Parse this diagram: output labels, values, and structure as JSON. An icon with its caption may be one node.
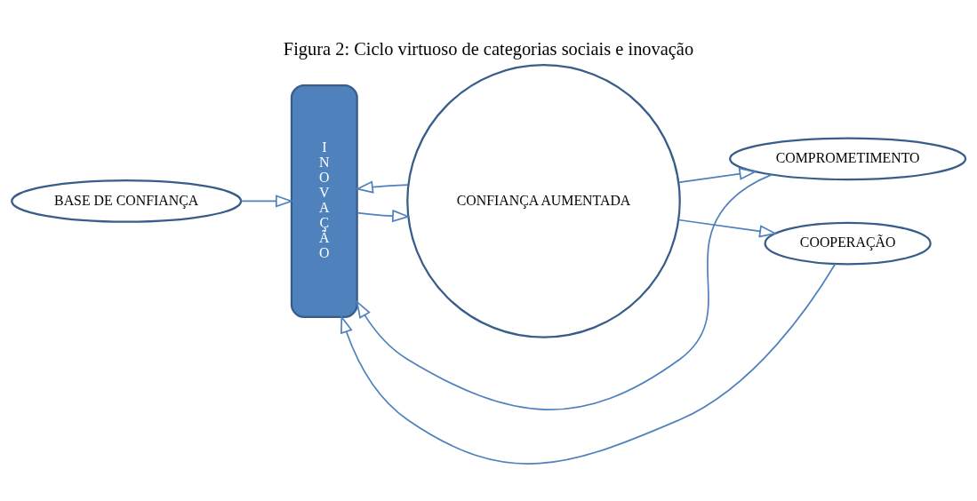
{
  "diagram": {
    "title": "Figura 2: Ciclo virtuoso de categorias sociais e inovação",
    "nodes": [
      {
        "text": [
          "BASE DE CONFIANÇA"
        ]
      },
      {
        "text": [
          "INOVAÇÃO"
        ]
      },
      {
        "text": [
          "CONFIANÇA AUMENTADA"
        ]
      },
      {
        "text": [
          "COMPROMETIMENTO"
        ]
      },
      {
        "text": [
          "COOPERAÇÃO"
        ]
      }
    ],
    "edges": [
      {
        "from": 0,
        "to": 1,
        "arrow": "to"
      },
      {
        "from": 1,
        "to": 2,
        "arrow": "to"
      },
      {
        "from": 2,
        "to": 3,
        "arrow": "to"
      },
      {
        "from": 2,
        "to": 4,
        "arrow": "to"
      },
      {
        "from": 3,
        "to": 1,
        "arrow": "to"
      },
      {
        "from": 2,
        "to": 1,
        "arrow": "to"
      },
      {
        "from": 4,
        "to": 1,
        "arrow": "to"
      }
    ]
  }
}
